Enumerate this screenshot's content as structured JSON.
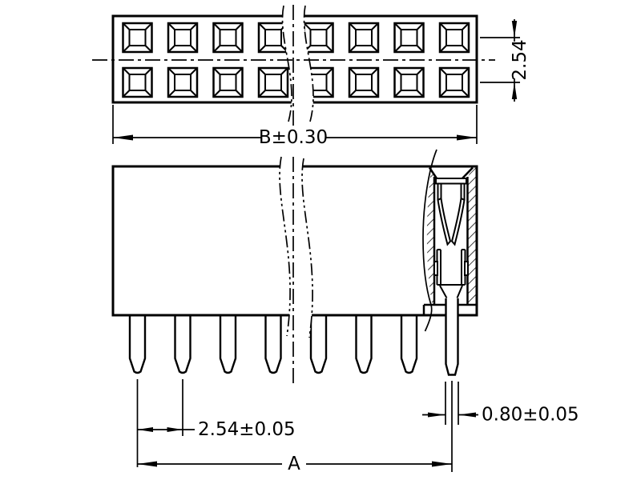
{
  "colors": {
    "background": "#ffffff",
    "line": "#000000"
  },
  "connector": {
    "positions_per_row": 8,
    "rows": 2,
    "front_pins_visible": 8
  },
  "dims": {
    "row_pitch": "2.54",
    "body_width": "B±0.30",
    "pin_pitch": "2.54±0.05",
    "overall_width": "A",
    "pin_width": "0.80±0.05"
  }
}
